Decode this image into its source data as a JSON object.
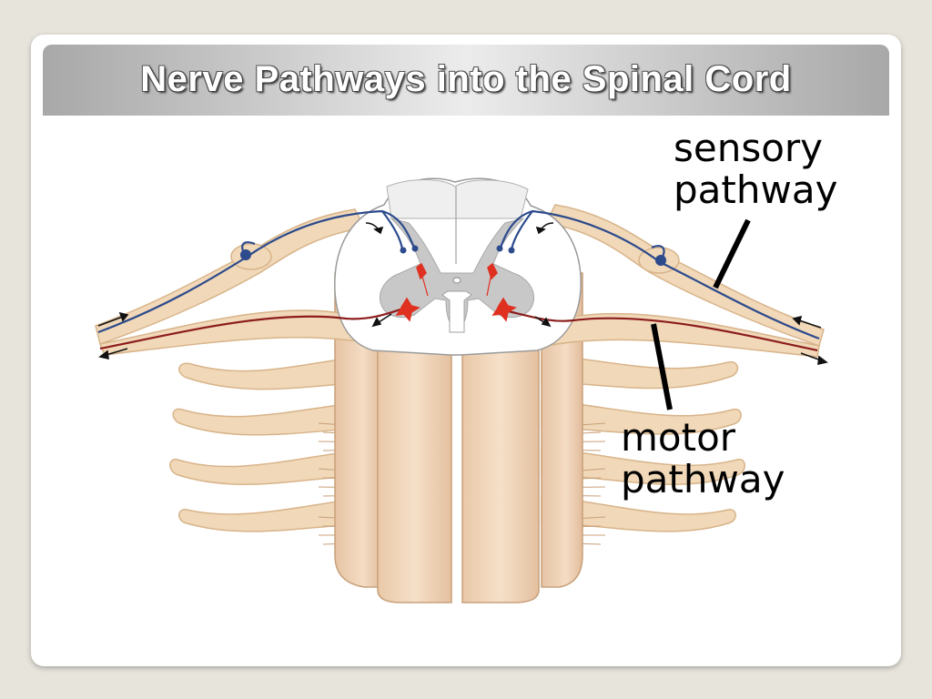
{
  "slide": {
    "title": "Nerve Pathways into the Spinal Cord"
  },
  "labels": {
    "sensory_line1": "sensory",
    "sensory_line2": "pathway",
    "motor_line1": "motor",
    "motor_line2": "pathway"
  },
  "colors": {
    "nerve_tan": "#f0d8b8",
    "nerve_outline": "#d8b48a",
    "grey_matter": "#c8c8c8",
    "white_matter": "#ffffff",
    "sensory_blue": "#2c4a8c",
    "motor_red": "#8c1c1c",
    "neuron_red": "#e03020"
  }
}
